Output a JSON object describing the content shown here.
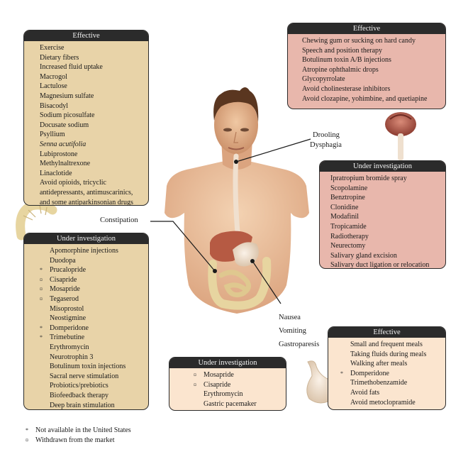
{
  "constipation": {
    "label": "Constipation",
    "effective": {
      "header": "Effective",
      "items": [
        {
          "text": "Exercise"
        },
        {
          "text": "Dietary fibers"
        },
        {
          "text": "Increased fluid uptake"
        },
        {
          "text": "Macrogol"
        },
        {
          "text": "Lactulose"
        },
        {
          "text": "Magnesium sulfate"
        },
        {
          "text": "Bisacodyl"
        },
        {
          "text": "Sodium picosulfate"
        },
        {
          "text": "Docusate sodium"
        },
        {
          "text": "Psyllium"
        },
        {
          "text": "Senna acutifolia",
          "italic": true
        },
        {
          "text": "Lubiprostone"
        },
        {
          "text": "Methylnaltrexone"
        },
        {
          "text": "Linaclotide"
        },
        {
          "text": "Avoid opioids, tricyclic"
        },
        {
          "text": "antidepressants, antimuscarinics,"
        },
        {
          "text": "and some antiparkinsonian drugs"
        }
      ]
    },
    "investigation": {
      "header": "Under investigation",
      "items": [
        {
          "text": "Apomorphine injections"
        },
        {
          "text": "Duodopa"
        },
        {
          "text": "Prucalopride",
          "mark": "*"
        },
        {
          "text": "Cisapride",
          "mark": "¤"
        },
        {
          "text": "Mosapride",
          "mark": "¤"
        },
        {
          "text": "Tegaserod",
          "mark": "¤"
        },
        {
          "text": "Misoprostol"
        },
        {
          "text": "Neostigmine"
        },
        {
          "text": "Domperidone",
          "mark": "*"
        },
        {
          "text": "Trimebutine",
          "mark": "*"
        },
        {
          "text": "Erythromycin"
        },
        {
          "text": "Neurotrophin 3"
        },
        {
          "text": "Botulinum toxin injections"
        },
        {
          "text": "Sacral nerve stimulation"
        },
        {
          "text": "Probiotics/prebiotics"
        },
        {
          "text": "Biofeedback therapy"
        },
        {
          "text": "Deep brain stimulation"
        }
      ]
    }
  },
  "drooling": {
    "label1": "Drooling",
    "label2": "Dysphagia",
    "effective": {
      "header": "Effective",
      "items": [
        {
          "text": "Chewing gum or sucking on hard candy"
        },
        {
          "text": "Speech and position therapy"
        },
        {
          "text": "Botulinum toxin A/B injections"
        },
        {
          "text": "Atropine ophthalmic drops"
        },
        {
          "text": "Glycopyrrolate"
        },
        {
          "text": "Avoid cholinesterase inhibitors"
        },
        {
          "text": "Avoid clozapine, yohimbine, and quetiapine"
        }
      ]
    },
    "investigation": {
      "header": "Under investigation",
      "items": [
        {
          "text": "Ipratropium bromide spray"
        },
        {
          "text": "Scopolamine"
        },
        {
          "text": "Benztropine"
        },
        {
          "text": "Clonidine"
        },
        {
          "text": "Modafinil"
        },
        {
          "text": "Tropicamide"
        },
        {
          "text": "Radiotherapy"
        },
        {
          "text": "Neurectomy"
        },
        {
          "text": "Salivary gland excision"
        },
        {
          "text": "Salivary duct ligation or relocation"
        }
      ]
    }
  },
  "gastro": {
    "label1": "Nausea",
    "label2": "Vomiting",
    "label3": "Gastroparesis",
    "effective": {
      "header": "Effective",
      "items": [
        {
          "text": "Small and frequent meals"
        },
        {
          "text": "Taking fluids during meals"
        },
        {
          "text": "Walking after meals"
        },
        {
          "text": "Domperidone",
          "mark": "*"
        },
        {
          "text": "Trimethobenzamide"
        },
        {
          "text": "Avoid fats"
        },
        {
          "text": "Avoid metoclopramide"
        }
      ]
    },
    "investigation": {
      "header": "Under investigation",
      "items": [
        {
          "text": "Mosapride",
          "mark": "¤"
        },
        {
          "text": "Cisapride",
          "mark": "¤"
        },
        {
          "text": "Erythromycin"
        },
        {
          "text": "Gastric pacemaker"
        }
      ]
    }
  },
  "legend": {
    "not_available_mark": "*",
    "not_available": "Not available in the United States",
    "withdrawn_mark": "¤",
    "withdrawn": "Withdrawn from the market"
  },
  "colors": {
    "header": "#2b2b2b",
    "constipation_box": "#e8d3a8",
    "drooling_box": "#e8b7ac",
    "gastro_box": "#fbe5cf",
    "skin": "#ecc09b",
    "colon": "#e7d5a0",
    "liver": "#b65a43",
    "esophagus": "#e9d7c5"
  }
}
